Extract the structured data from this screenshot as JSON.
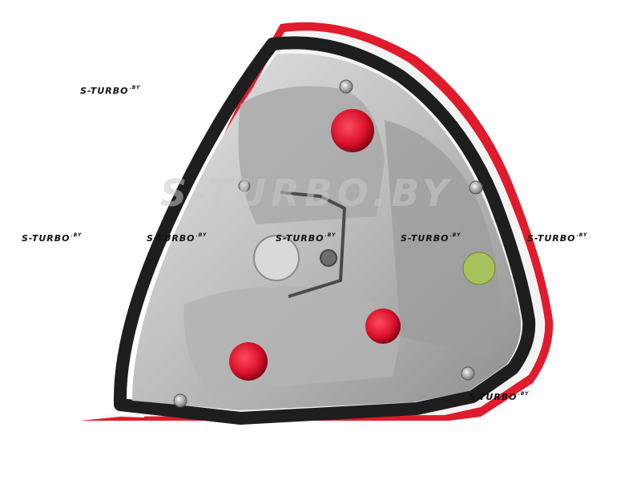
{
  "watermark": {
    "brand": "S-TURBO",
    "tld": ".BY",
    "big": "S-TURBO.BY"
  }
}
